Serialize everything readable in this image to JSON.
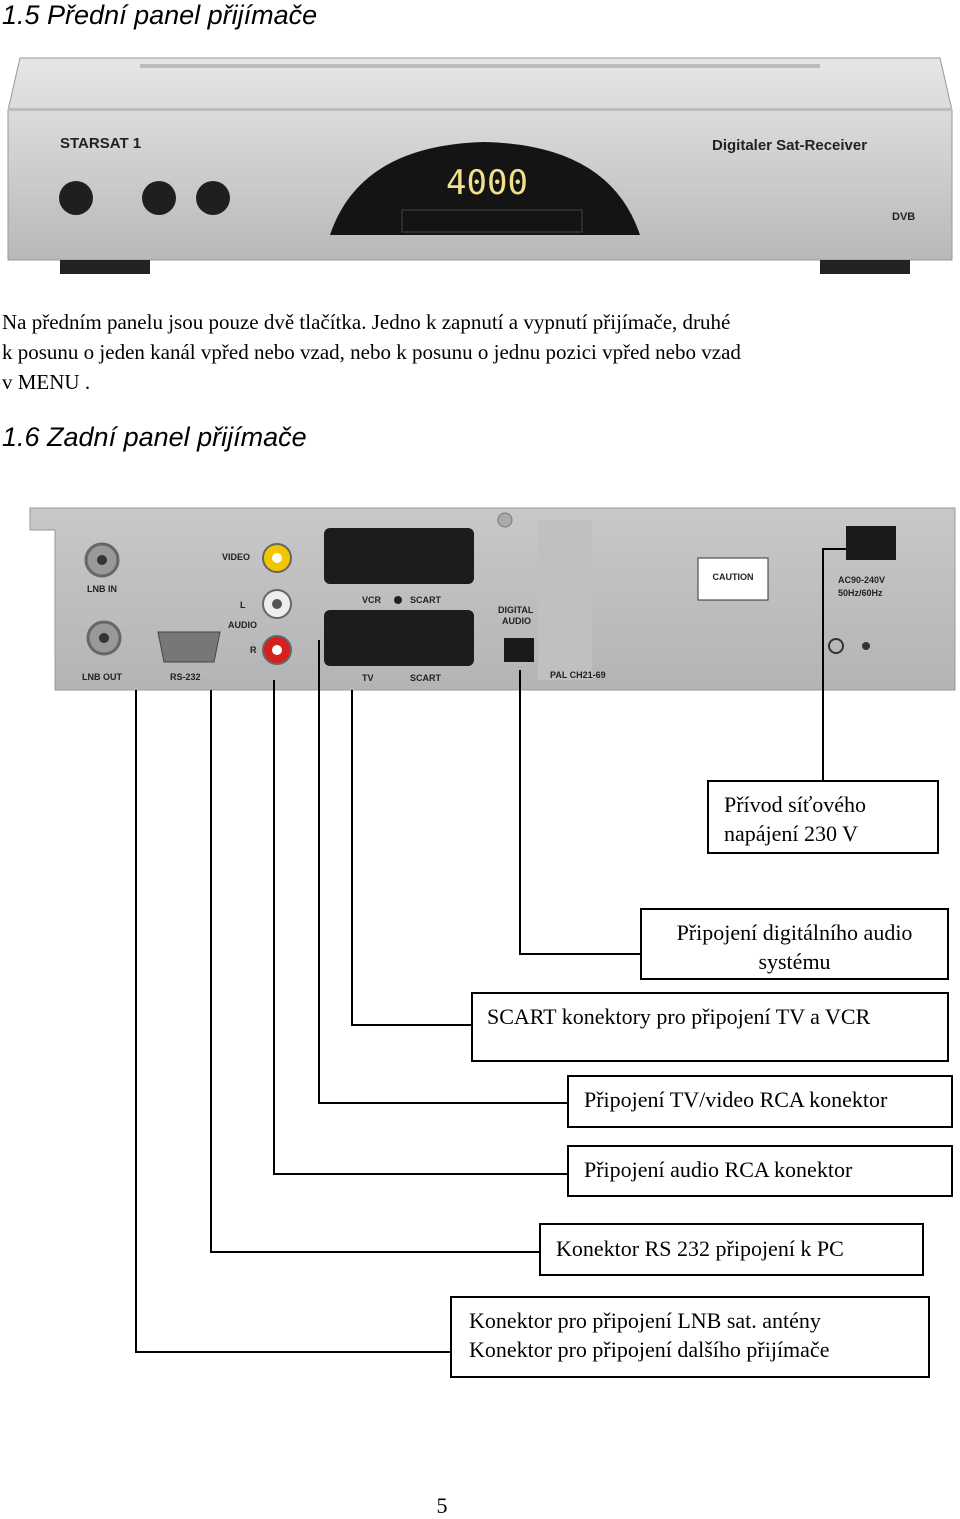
{
  "section_front": {
    "title": "1.5 Přední panel přijímače"
  },
  "front_panel": {
    "brand_left": "STARSAT 1",
    "brand_right": "Digitaler Sat-Receiver",
    "display": "4000",
    "logo": "DVB",
    "colors": {
      "body": "#d4d4d4",
      "display_bg": "#141414",
      "display_digits": "#f2e08a"
    }
  },
  "front_description": {
    "line1": "Na předním panelu jsou pouze dvě tlačítka. Jedno k zapnutí a vypnutí přijímače, druhé",
    "line2": "k posunu o jeden kanál vpřed nebo vzad, nebo k posunu o jednu pozici vpřed nebo vzad",
    "line3": "v MENU ."
  },
  "section_rear": {
    "title": "1.6 Zadní panel přijímače"
  },
  "rear_panel": {
    "lnb_in": "LNB IN",
    "lnb_out": "LNB OUT",
    "rs232": "RS-232",
    "video": "VIDEO",
    "audio": "AUDIO",
    "audio_l": "L",
    "audio_r": "R",
    "vcr": "VCR",
    "scart_top": "SCART",
    "tv": "TV",
    "scart_bottom": "SCART",
    "digital": "DIGITAL",
    "digital_audio": "AUDIO",
    "pal": "PAL CH21-69",
    "caution": "CAUTION",
    "power_line1": "AC90-240V",
    "power_line2": "50Hz/60Hz"
  },
  "callouts": {
    "power": {
      "line1": "Přívod síťového",
      "line2": "napájení 230 V"
    },
    "digital_audio": {
      "line1": "Připojení digitálního audio",
      "line2": "systému"
    },
    "scart": {
      "line1": "SCART konektory pro připojení TV a VCR"
    },
    "video_rca": {
      "line1": "Připojení TV/video RCA konektor"
    },
    "audio_rca": {
      "line1": "Připojení audio RCA konektor"
    },
    "rs232": {
      "line1": "Konektor RS 232 připojení k PC"
    },
    "lnb": {
      "line1": "Konektor pro připojení LNB sat. antény",
      "line2": "Konektor pro připojení dalšího přijímače"
    }
  },
  "page": {
    "number": "5"
  }
}
